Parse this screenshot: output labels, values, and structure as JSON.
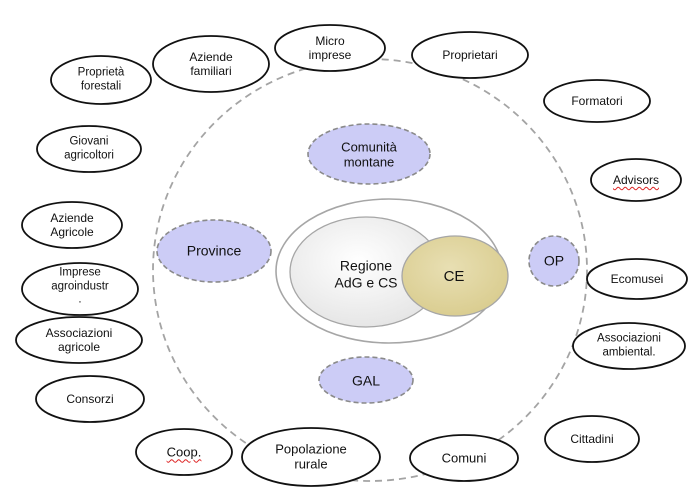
{
  "diagram": {
    "core": {
      "regione": "Regione\nAdG e CS",
      "ce": "CE"
    },
    "middle_ring": {
      "comunita_montane": "Comunità\nmontane",
      "province": "Province",
      "op": "OP",
      "gal": "GAL"
    },
    "outer_stakeholders": {
      "proprieta_forestali": "Proprietà\nforestali",
      "aziende_familiari": "Aziende\nfamiliari",
      "micro_imprese": "Micro\nimprese",
      "proprietari": "Proprietari",
      "formatori": "Formatori",
      "giovani_agricoltori": "Giovani\nagricoltori",
      "advisors": "Advisors",
      "aziende_agricole": "Aziende\nAgricole",
      "imprese_agroindustr": "Imprese\nagroindustr\n.",
      "ecomusei": "Ecomusei",
      "associazioni_agricole": "Associazioni\nagricole",
      "associazioni_ambientali": "Associazioni\nambiental.",
      "consorzi": "Consorzi",
      "coop": "Coop.",
      "popolazione_rurale": "Popolazione\nrurale",
      "comuni": "Comuni",
      "cittadini": "Cittadini"
    }
  },
  "colors": {
    "lavender_fill": "#ccccf6",
    "ce_fill": "#e2d7a5",
    "core_fill": "#f3f3f3",
    "dashed_stroke": "#a0a0a0",
    "stakeholder_stroke": "#111111"
  }
}
